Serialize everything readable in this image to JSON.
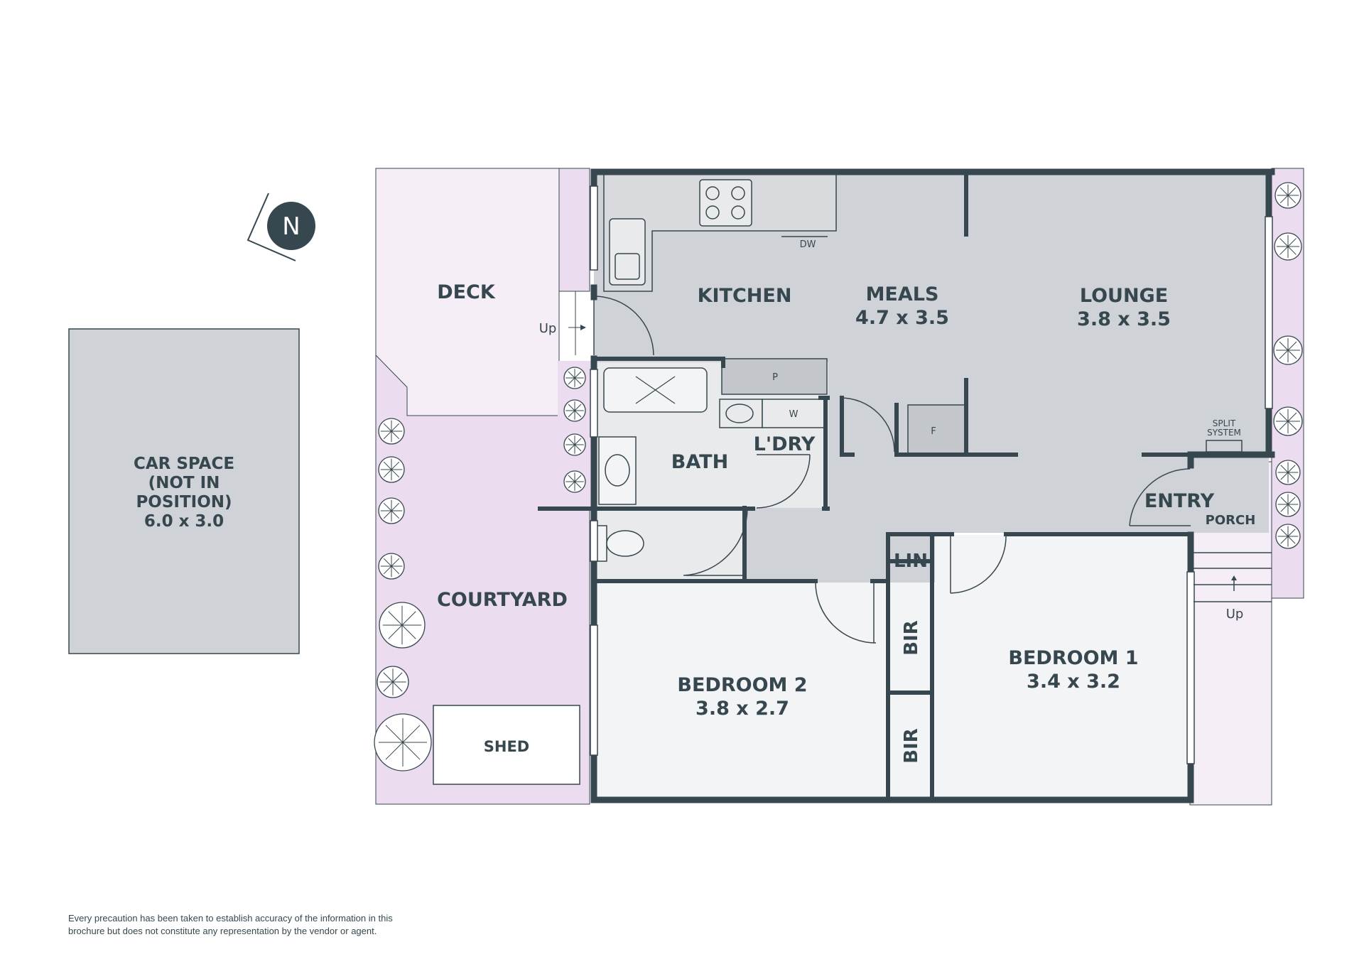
{
  "rooms": {
    "car_space": {
      "name": "CAR SPACE",
      "line2": "(NOT IN",
      "line3": "POSITION)",
      "dims": "6.0 x 3.0"
    },
    "deck": {
      "name": "DECK"
    },
    "kitchen": {
      "name": "KITCHEN"
    },
    "meals": {
      "name": "MEALS",
      "dims": "4.7 x 3.5"
    },
    "lounge": {
      "name": "LOUNGE",
      "dims": "3.8 x 3.5"
    },
    "bath": {
      "name": "BATH"
    },
    "laundry": {
      "name": "L'DRY"
    },
    "courtyard": {
      "name": "COURTYARD"
    },
    "shed": {
      "name": "SHED"
    },
    "bedroom2": {
      "name": "BEDROOM 2",
      "dims": "3.8 x 2.7"
    },
    "bedroom1": {
      "name": "BEDROOM 1",
      "dims": "3.4 x 3.2"
    },
    "entry": {
      "name": "ENTRY"
    },
    "porch": {
      "name": "PORCH"
    },
    "lin": {
      "name": "LIN"
    },
    "bir_upper": {
      "name": "BIR"
    },
    "bir_lower": {
      "name": "BIR"
    }
  },
  "fixtures": {
    "dw": "DW",
    "pantry": "P",
    "washer": "W",
    "fridge": "F",
    "split_line1": "SPLIT",
    "split_line2": "SYSTEM"
  },
  "stairs": {
    "deck_up": "Up",
    "porch_up": "Up"
  },
  "compass": {
    "label": "N"
  },
  "disclaimer": {
    "line1": "Every precaution has been taken to establish accuracy of the information in this",
    "line2": "brochure but does not constitute any representation by the vendor or agent."
  },
  "colors": {
    "interior": "#cfd2d6",
    "wet_area": "#e8eaec",
    "bedroom": "#f3f4f6",
    "outdoor": "#f5eef6",
    "garden": "#ecdcef",
    "wall": "#37474f"
  }
}
